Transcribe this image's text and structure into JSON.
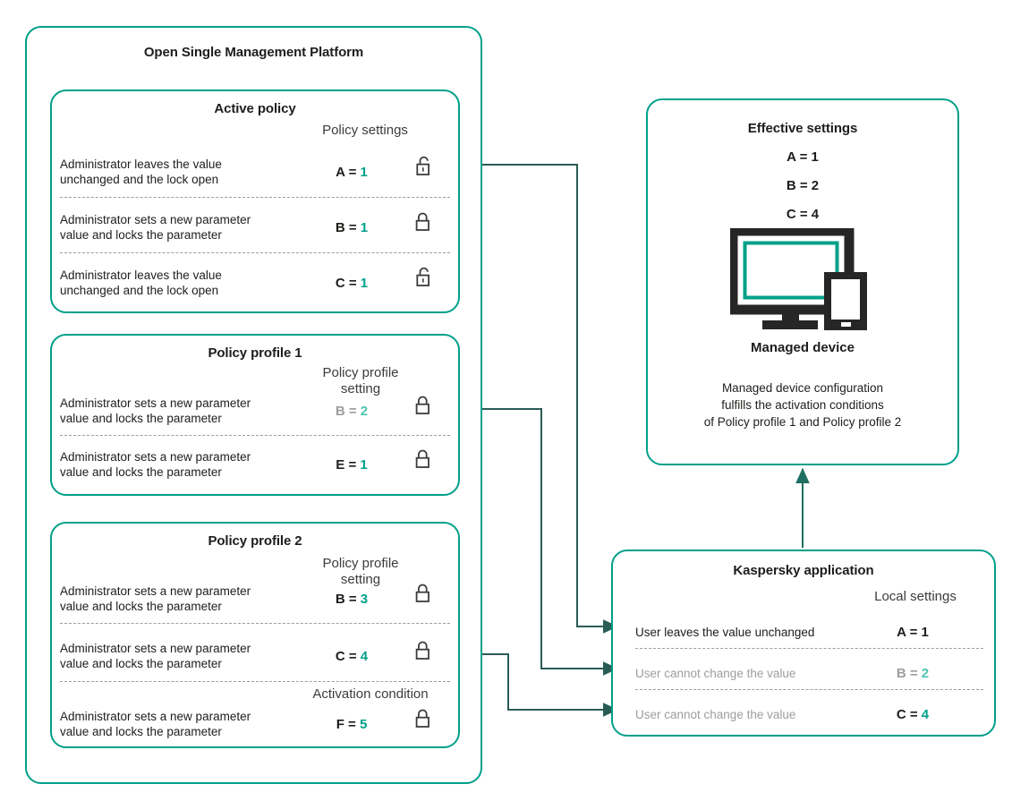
{
  "platform": {
    "title": "Open Single Management Platform"
  },
  "active_policy": {
    "title": "Active policy",
    "column_header": "Policy settings",
    "rows": [
      {
        "desc": "Administrator leaves the value\nunchanged  and the lock open",
        "key": "A =",
        "value": "1",
        "key_color": "black",
        "value_color": "black",
        "lock": "lock-open-icon"
      },
      {
        "desc": "Administrator sets a new parameter\n value and locks the parameter",
        "key": "B =",
        "value": "1",
        "key_color": "black",
        "value_color": "teal",
        "lock": "lock-closed-icon"
      },
      {
        "desc": "Administrator leaves the value\nunchanged  and the lock open",
        "key": "C =",
        "value": "1",
        "key_color": "black",
        "value_color": "teal",
        "lock": "lock-open-icon"
      }
    ]
  },
  "policy_profile_1": {
    "title": "Policy profile 1",
    "column_header": "Policy profile\nsetting",
    "rows": [
      {
        "desc": "Administrator sets a new parameter\nvalue and locks the parameter",
        "key": "B =",
        "value": "2",
        "key_color": "gray",
        "value_color": "tealsoft",
        "lock": "lock-closed-icon"
      },
      {
        "desc": "Administrator sets a new parameter\nvalue and locks the parameter",
        "key": "E =",
        "value": "1",
        "key_color": "black",
        "value_color": "teal",
        "lock": "lock-closed-icon"
      }
    ]
  },
  "policy_profile_2": {
    "title": "Policy profile 2",
    "column_header": "Policy profile\nsetting",
    "column_header_2": "Activation condition",
    "rows": [
      {
        "desc": "Administrator sets a new parameter\n value and locks the parameter",
        "key": "B =",
        "value": "3",
        "key_color": "black",
        "value_color": "teal",
        "lock": "lock-closed-icon"
      },
      {
        "desc": "Administrator sets a new parameter\n value and locks the parameter",
        "key": "C =",
        "value": "4",
        "key_color": "black",
        "value_color": "teal",
        "lock": "lock-closed-icon"
      },
      {
        "desc": "Administrator sets a new parameter\n value and locks the parameter",
        "key": "F =",
        "value": "5",
        "key_color": "black",
        "value_color": "teal",
        "lock": "lock-closed-icon"
      }
    ]
  },
  "effective": {
    "title": "Effective settings",
    "values": [
      {
        "key": "A =",
        "value": "1",
        "key_color": "black",
        "value_color": "black"
      },
      {
        "key": "B =",
        "value": "2",
        "key_color": "gray",
        "value_color": "tealsoft"
      },
      {
        "key": "C =",
        "value": "4",
        "key_color": "black",
        "value_color": "teal"
      }
    ],
    "device_icon": "managed-device-icon",
    "device_caption": "Managed device",
    "note": "Managed device configuration\nfulfills the activation conditions\nof Policy profile 1 and Policy profile 2"
  },
  "kaspersky": {
    "title": "Kaspersky application",
    "column_header": "Local settings",
    "rows": [
      {
        "desc": "User leaves the value unchanged",
        "desc_color": "black",
        "key": "A =",
        "value": "1",
        "key_color": "black",
        "value_color": "black"
      },
      {
        "desc": "User cannot change the value",
        "desc_color": "gray",
        "key": "B =",
        "value": "2",
        "key_color": "gray",
        "value_color": "tealsoft"
      },
      {
        "desc": "User cannot change the value",
        "desc_color": "gray",
        "key": "C =",
        "value": "4",
        "key_color": "black",
        "value_color": "teal"
      }
    ]
  },
  "colors": {
    "teal": "#00a08a",
    "teal_soft": "#4cc4b0",
    "wire": "#2a5c56",
    "gray": "#9d9d9c",
    "ink": "#1d1d1b"
  }
}
